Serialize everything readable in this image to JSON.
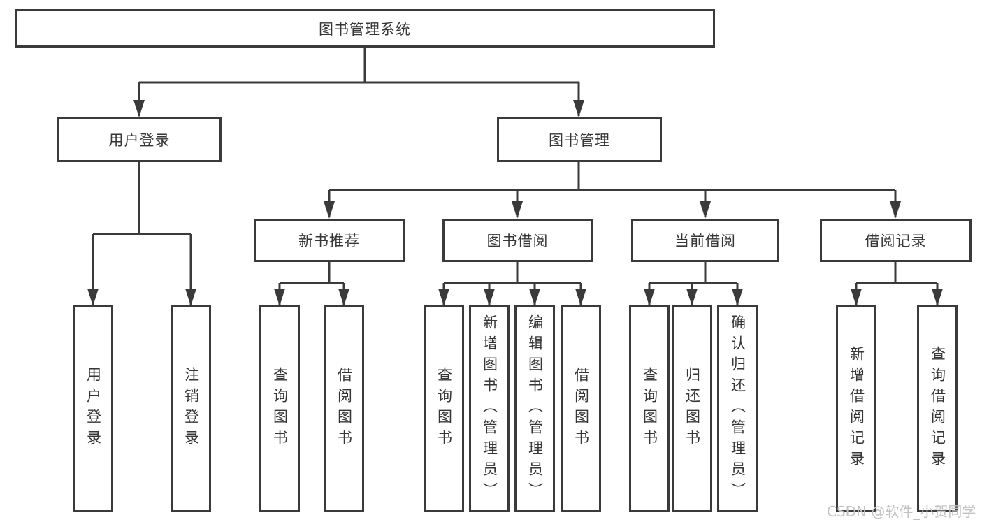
{
  "diagram": {
    "type": "hierarchy-tree",
    "tree": {
      "label": "图书管理系统",
      "children": [
        {
          "label": "用户登录",
          "children": [
            {
              "label": "用户登录"
            },
            {
              "label": "注销登录"
            }
          ]
        },
        {
          "label": "图书管理",
          "children": [
            {
              "label": "新书推荐",
              "children": [
                {
                  "label": "查询图书"
                },
                {
                  "label": "借阅图书"
                }
              ]
            },
            {
              "label": "图书借阅",
              "children": [
                {
                  "label": "查询图书"
                },
                {
                  "label": "新增图书（管理员）"
                },
                {
                  "label": "编辑图书（管理员）"
                },
                {
                  "label": "借阅图书"
                }
              ]
            },
            {
              "label": "当前借阅",
              "children": [
                {
                  "label": "查询图书"
                },
                {
                  "label": "归还图书"
                },
                {
                  "label": "确认归还（管理员）"
                }
              ]
            },
            {
              "label": "借阅记录",
              "children": [
                {
                  "label": "新增借阅记录"
                },
                {
                  "label": "查询借阅记录"
                }
              ]
            }
          ]
        }
      ]
    },
    "colors": {
      "line": "#3a3a3a",
      "box_border": "#3a3a3a",
      "text": "#363636",
      "background": "#ffffff",
      "watermark": "#c2c2c2"
    }
  },
  "watermark": {
    "text": "CSDN @软件_小贺同学"
  }
}
